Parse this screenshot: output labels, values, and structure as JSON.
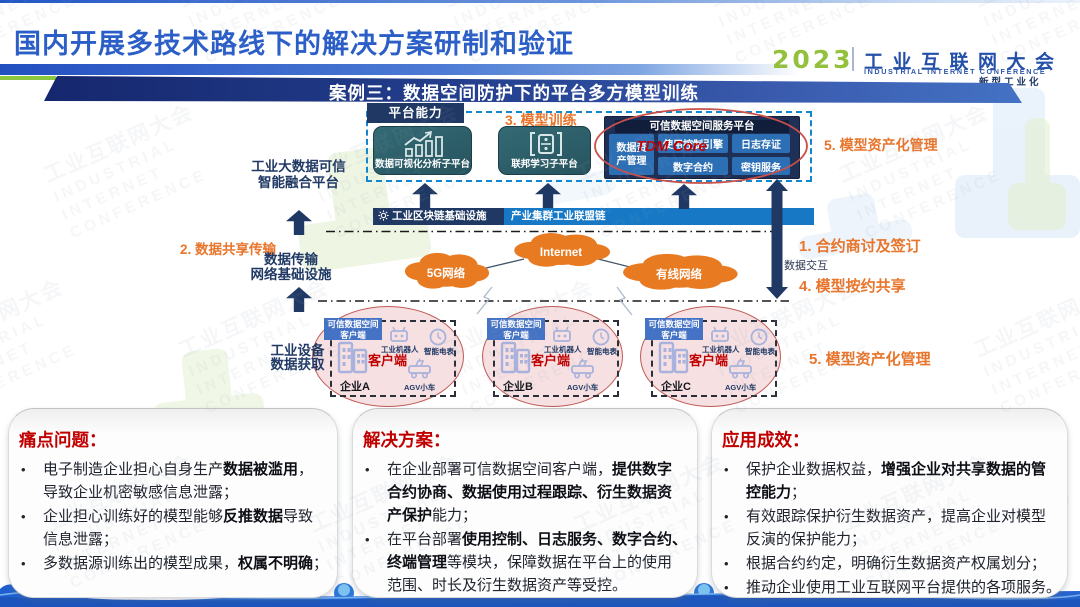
{
  "header": {
    "page_title": "国内开展多技术路线下的解决方案研制和验证",
    "banner_title": "案例三：数据空间防护下的平台多方模型训练"
  },
  "logo": {
    "year": "2023",
    "name_cn": "工业互联网大会",
    "name_en": "INDUSTRIAL INTERNET CONFERENCE",
    "slogan": "新型工业化"
  },
  "watermark": {
    "cn": "工业互联网大会",
    "en_lines": [
      "INDUSTRIAL",
      "INTERNET",
      "CONFERENCE"
    ]
  },
  "colors": {
    "navy": "#1F3864",
    "orange": "#E8752B",
    "red": "#C00000",
    "tile_blue": "#2D6FB5",
    "chain_blue": "#1779C5",
    "client_blue": "#4472C4",
    "green": "#8DC63F",
    "title_blue": "#2B5FC7"
  },
  "diagram": {
    "platform_capability": "平台能力",
    "box_visual": "数据可视化分析子平台",
    "box_federated": "联邦学习子平台",
    "service_platform": {
      "header": "可信数据空间服务平台",
      "tile_tall": "数据资产管理",
      "tiles": [
        "使用控制引擎",
        "日志存证",
        "数字合约",
        "密钥服务"
      ],
      "annotation": "TDM Core"
    },
    "steps": {
      "s1": "1. 合约商讨及签订",
      "s2": "2. 数据共享传输",
      "s3": "3. 模型训练",
      "s4": "4. 模型按约共享",
      "s5_top": "5. 模型资产化管理",
      "s5_bottom": "5. 模型资产化管理"
    },
    "labels": {
      "bigdata_line1": "工业大数据可信",
      "bigdata_line2": "智能融合平台",
      "transport_line1": "数据传输",
      "transport_line2": "网络基础设施",
      "device_line1": "工业设备",
      "device_line2": "数据获取",
      "exchange": "数据交互"
    },
    "chain": {
      "infra": "工业区块链基础设施",
      "alliance": "产业集群工业联盟链"
    },
    "clouds": [
      "5G网络",
      "Internet",
      "有线网络"
    ],
    "clients": {
      "label_line1": "可信数据空间",
      "label_line2": "客户端",
      "client_tag": "客户端",
      "devices": [
        "工业机器人",
        "智能电表",
        "AGV小车"
      ],
      "companies": [
        "企业A",
        "企业B",
        "企业C"
      ]
    }
  },
  "panels": [
    {
      "title": "痛点问题：",
      "bullets": [
        [
          {
            "t": "电子制造企业担心自身生产",
            "b": 0
          },
          {
            "t": "数据被滥用",
            "b": 1
          },
          {
            "t": "，\n导致企业机密敏感信息泄露；",
            "b": 0
          }
        ],
        [
          {
            "t": "企业担心训练好的模型能够",
            "b": 0
          },
          {
            "t": "反推数据",
            "b": 1
          },
          {
            "t": "导致\n信息泄露；",
            "b": 0
          }
        ],
        [
          {
            "t": "多数据源训练出的模型成果，",
            "b": 0
          },
          {
            "t": "权属不明确",
            "b": 1
          },
          {
            "t": "；",
            "b": 0
          }
        ]
      ]
    },
    {
      "title": "解决方案：",
      "bullets": [
        [
          {
            "t": "在企业部署可信数据空间客户端，",
            "b": 0
          },
          {
            "t": "提供数字\n合约协商、数据使用过程跟踪、衍生数据资\n产保护",
            "b": 1
          },
          {
            "t": "能力；",
            "b": 0
          }
        ],
        [
          {
            "t": "在平台部署",
            "b": 0
          },
          {
            "t": "使用控制、日志服务、数字合约、\n终端管理",
            "b": 1
          },
          {
            "t": "等模块，保障数据在平台上的使用\n范围、时长及衍生数据资产等受控。",
            "b": 0
          }
        ]
      ]
    },
    {
      "title": "应用成效：",
      "bullets": [
        [
          {
            "t": "保护企业数据权益，",
            "b": 0
          },
          {
            "t": "增强企业对共享数据的管\n控能力",
            "b": 1
          },
          {
            "t": "；",
            "b": 0
          }
        ],
        [
          {
            "t": "有效跟踪保护衍生数据资产，提高企业对模型\n反演的保护能力；",
            "b": 0
          }
        ],
        [
          {
            "t": "根据合约约定，明确衍生数据资产权属划分；",
            "b": 0
          }
        ],
        [
          {
            "t": "推动企业使用工业互联网平台提供的各项服务。",
            "b": 0
          }
        ]
      ]
    }
  ]
}
